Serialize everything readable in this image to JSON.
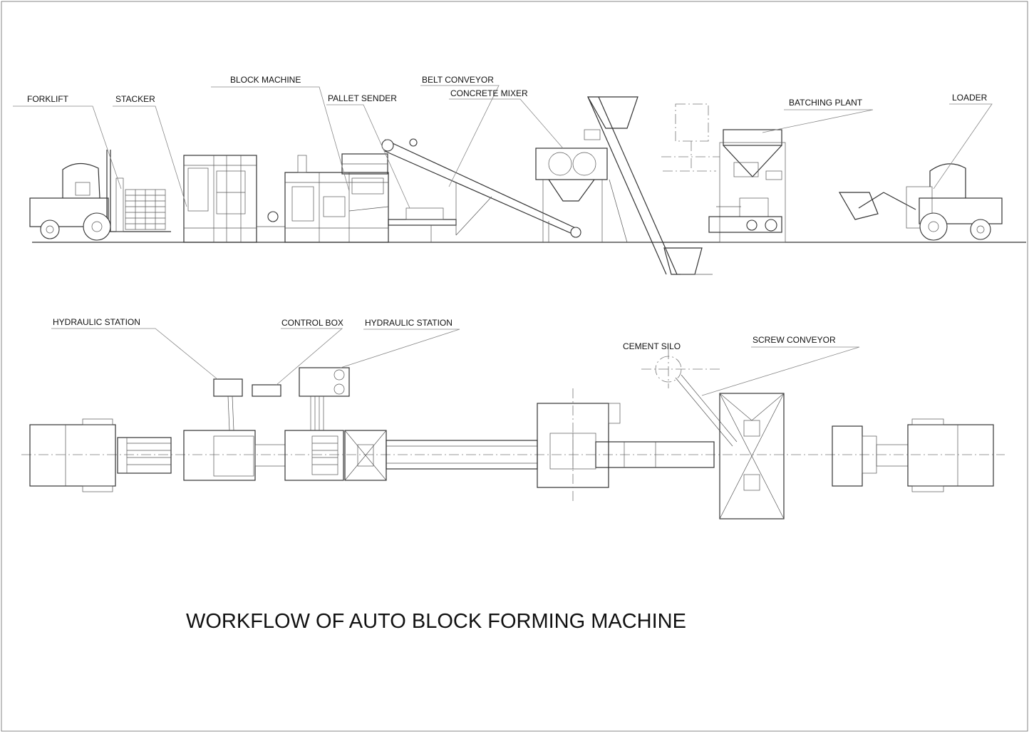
{
  "title": "WORKFLOW OF AUTO BLOCK FORMING MACHINE",
  "elevation_labels": {
    "forklift": "FORKLIFT",
    "stacker": "STACKER",
    "block_machine": "BLOCK MACHINE",
    "pallet_sender": "PALLET SENDER",
    "belt_conveyor": "BELT CONVEYOR",
    "concrete_mixer": "CONCRETE MIXER",
    "batching_plant": "BATCHING PLANT",
    "loader": "LOADER"
  },
  "plan_labels": {
    "hydraulic_station_left": "HYDRAULIC STATION",
    "control_box": "CONTROL BOX",
    "hydraulic_station_right": "HYDRAULIC STATION",
    "cement_silo": "CEMENT SILO",
    "screw_conveyor": "SCREW CONVEYOR"
  },
  "colors": {
    "line": "#333333",
    "background": "#ffffff"
  }
}
